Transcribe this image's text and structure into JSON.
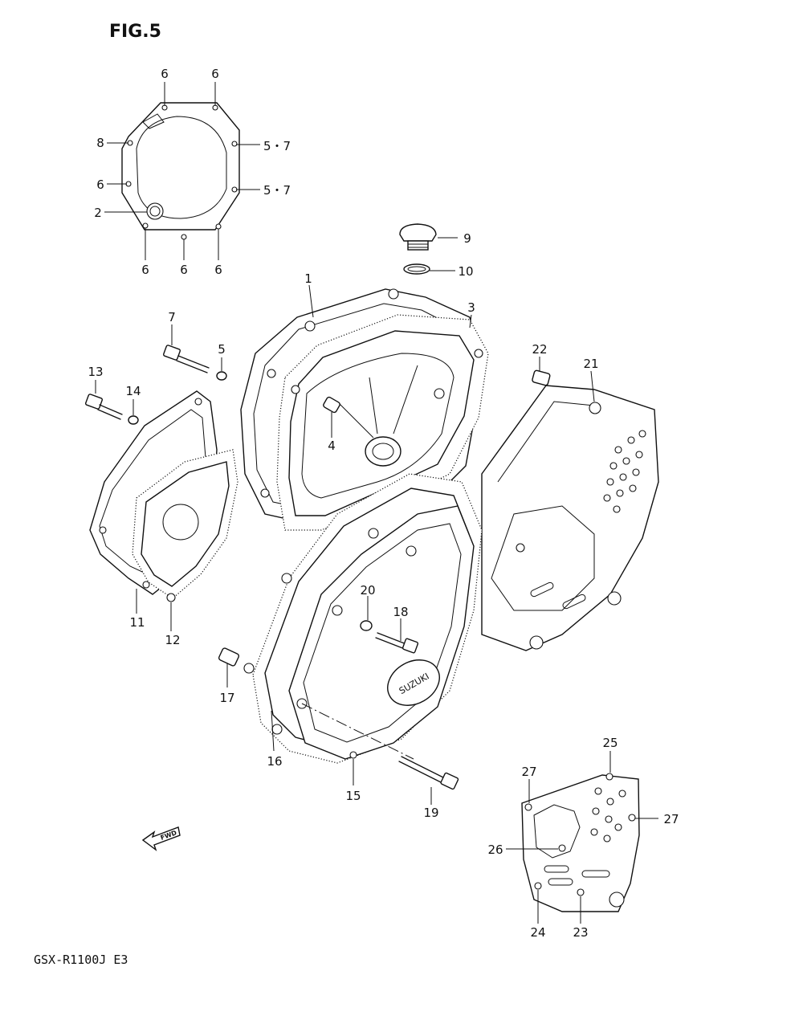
{
  "figure_label": "FIG.5",
  "model_code": "GSX-R1100J E3",
  "fwd_label": "FWD",
  "brand_label": "SUZUKI",
  "callouts": {
    "c1": "1",
    "c2": "2",
    "c3": "3",
    "c4": "4",
    "c5": "5",
    "c5_7a": "5・7",
    "c5_7b": "5・7",
    "c6a": "6",
    "c6b": "6",
    "c6c": "6",
    "c6d": "6",
    "c6e": "6",
    "c6f": "6",
    "c7": "7",
    "c8": "8",
    "c9": "9",
    "c10": "10",
    "c11": "11",
    "c12": "12",
    "c13": "13",
    "c14": "14",
    "c15": "15",
    "c16": "16",
    "c17": "17",
    "c18": "18",
    "c19": "19",
    "c20": "20",
    "c21": "21",
    "c22": "22",
    "c23": "23",
    "c24": "24",
    "c25": "25",
    "c26": "26",
    "c27a": "27",
    "c27b": "27"
  }
}
